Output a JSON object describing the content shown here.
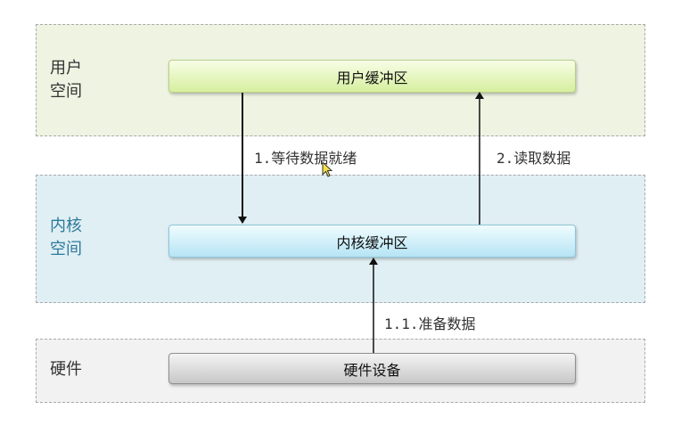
{
  "regions": {
    "user_space": {
      "label": "用户\n空间",
      "buffer": "用户缓冲区"
    },
    "kernel_space": {
      "label": "内核\n空间",
      "buffer": "内核缓冲区"
    },
    "hardware": {
      "label": "硬件",
      "device": "硬件设备"
    }
  },
  "steps": {
    "wait_ready": "1.等待数据就绪",
    "read_data": "2.读取数据",
    "prepare_data": "1.1.准备数据"
  },
  "colors": {
    "user_space_bg": "#eef3e2",
    "kernel_space_bg": "#e0eff4",
    "hardware_bg": "#f2f2f2",
    "kernel_label": "#2c7a9c"
  },
  "icons": {
    "cursor": "mouse-pointer-icon"
  }
}
